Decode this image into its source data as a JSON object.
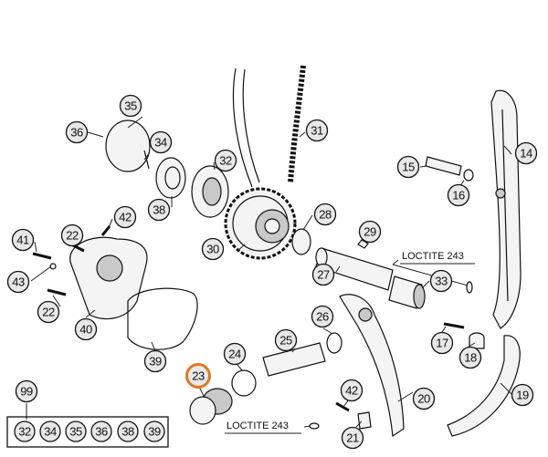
{
  "diagram": {
    "callouts": [
      {
        "id": "c35",
        "label": "35"
      },
      {
        "id": "c36",
        "label": "36"
      },
      {
        "id": "c34",
        "label": "34"
      },
      {
        "id": "c32",
        "label": "32"
      },
      {
        "id": "c31",
        "label": "31"
      },
      {
        "id": "c14",
        "label": "14"
      },
      {
        "id": "c15",
        "label": "15"
      },
      {
        "id": "c16",
        "label": "16"
      },
      {
        "id": "c38",
        "label": "38"
      },
      {
        "id": "c42a",
        "label": "42"
      },
      {
        "id": "c28",
        "label": "28"
      },
      {
        "id": "c29",
        "label": "29"
      },
      {
        "id": "c41",
        "label": "41"
      },
      {
        "id": "c22a",
        "label": "22"
      },
      {
        "id": "c30",
        "label": "30"
      },
      {
        "id": "c27",
        "label": "27"
      },
      {
        "id": "c33",
        "label": "33"
      },
      {
        "id": "c43",
        "label": "43"
      },
      {
        "id": "c22b",
        "label": "22"
      },
      {
        "id": "c40",
        "label": "40"
      },
      {
        "id": "c26",
        "label": "26"
      },
      {
        "id": "c25",
        "label": "25"
      },
      {
        "id": "c17",
        "label": "17"
      },
      {
        "id": "c18",
        "label": "18"
      },
      {
        "id": "c39",
        "label": "39"
      },
      {
        "id": "c24",
        "label": "24"
      },
      {
        "id": "c23",
        "label": "23",
        "highlighted": true
      },
      {
        "id": "c99",
        "label": "99"
      },
      {
        "id": "c42b",
        "label": "42"
      },
      {
        "id": "c20",
        "label": "20"
      },
      {
        "id": "c19",
        "label": "19"
      },
      {
        "id": "c21",
        "label": "21"
      },
      {
        "id": "k32",
        "label": "32"
      },
      {
        "id": "k34",
        "label": "34"
      },
      {
        "id": "k35",
        "label": "35"
      },
      {
        "id": "k36",
        "label": "36"
      },
      {
        "id": "k38",
        "label": "38"
      },
      {
        "id": "k39",
        "label": "39"
      }
    ],
    "loctite_labels": [
      "LOCTITE 243",
      "LOCTITE 243"
    ],
    "highlight_color": "#e07a1e"
  }
}
